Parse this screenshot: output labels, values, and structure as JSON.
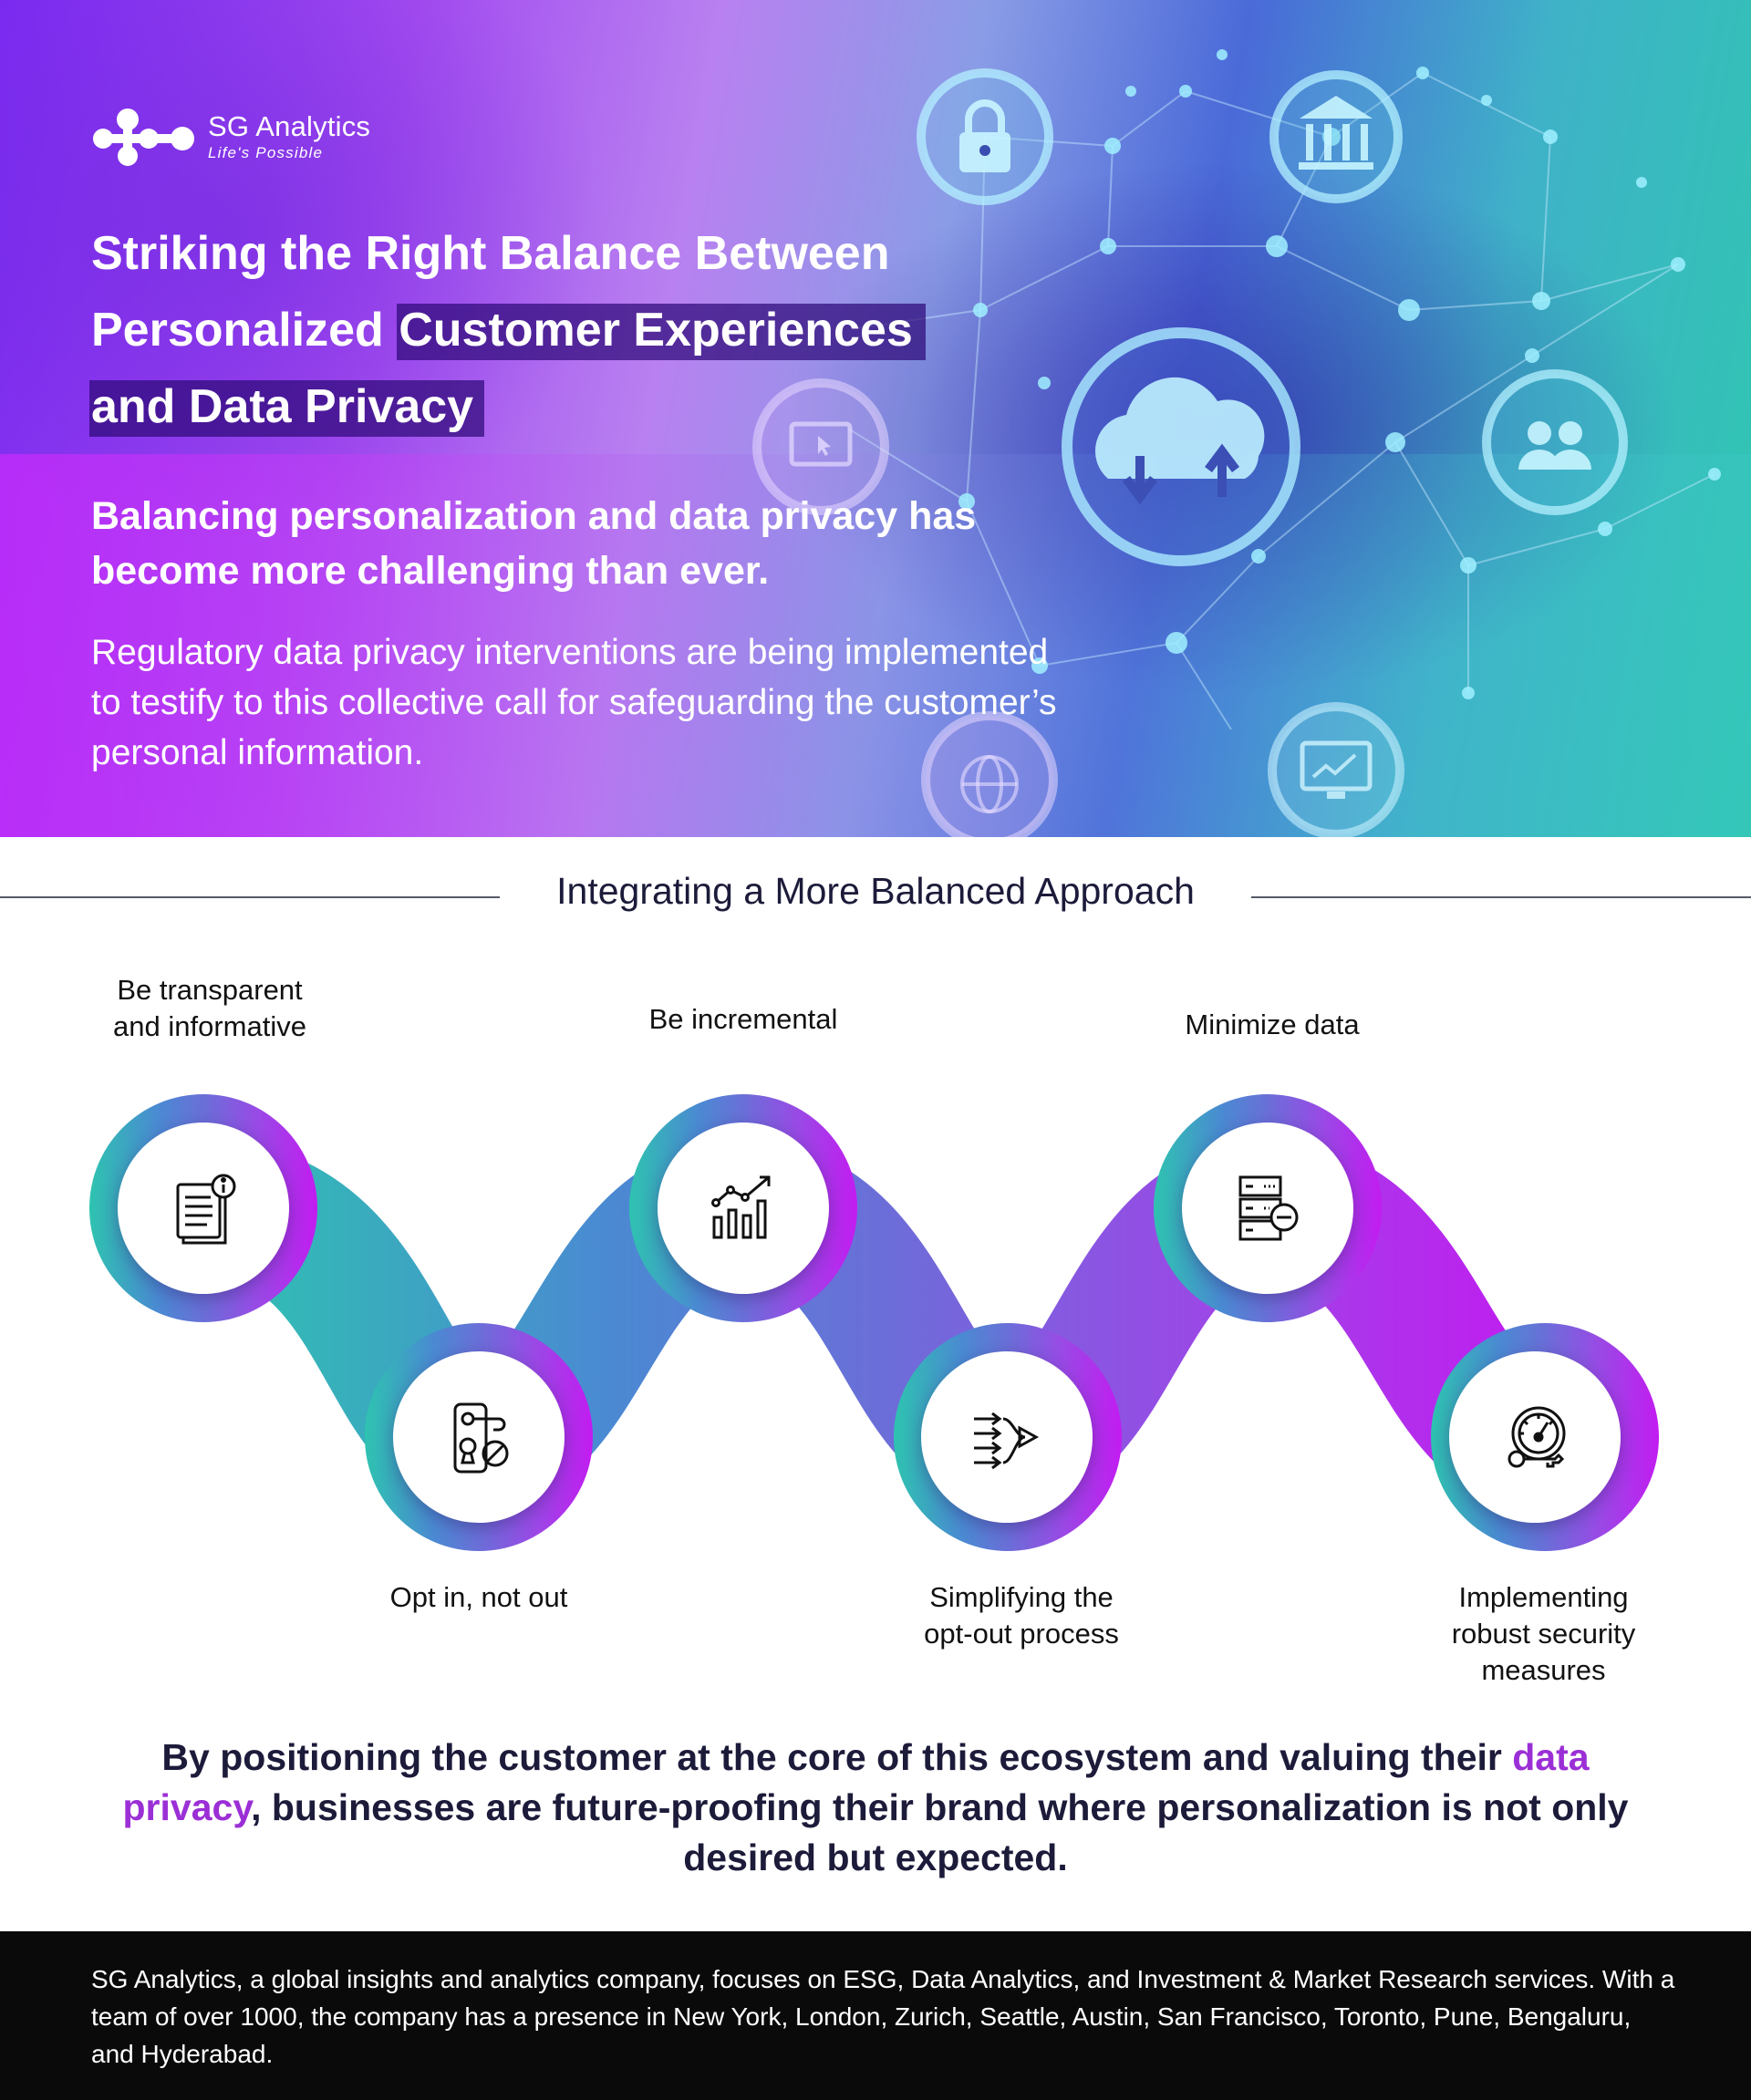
{
  "brand": {
    "name": "SG Analytics",
    "tagline": "Life's Possible"
  },
  "hero": {
    "title_line1": "Striking the Right Balance Between",
    "title_line2_plain": "Personalized ",
    "title_line2_highlight": "Customer Experiences",
    "title_line3": "and Data Privacy",
    "lead": "Balancing personalization and data privacy has become more challenging than ever.",
    "body": "Regulatory data privacy interventions are being implemented to testify to this collective call for safeguarding the customer’s personal information.",
    "icons": [
      "lock-icon",
      "bank-icon",
      "cloud-transfer-icon",
      "people-icon",
      "monitor-cursor-icon",
      "globe-icon",
      "analytics-monitor-icon"
    ]
  },
  "section": {
    "heading": "Integrating a More Balanced Approach",
    "steps": [
      {
        "label_1": "Be transparent",
        "label_2": "and informative",
        "icon": "document-info-icon"
      },
      {
        "label_1": "Opt in, not out",
        "icon": "door-lock-blocked-icon"
      },
      {
        "label_1": "Be incremental",
        "icon": "growth-chart-icon"
      },
      {
        "label_1": "Simplifying the",
        "label_2": "opt-out process",
        "icon": "merge-arrows-icon"
      },
      {
        "label_1": "Minimize data",
        "icon": "server-minus-icon"
      },
      {
        "label_1": "Implementing",
        "label_2": "robust security",
        "label_3": "measures",
        "icon": "security-gauge-key-icon"
      }
    ]
  },
  "closing": {
    "part1": "By positioning the customer at the core of this ecosystem and valuing their ",
    "accent": "data privacy",
    "part2": ", businesses are future-proofing their brand where personalization is not only desired but expected."
  },
  "footer": {
    "text": "SG Analytics, a global insights and analytics company, focuses on ESG, Data Analytics, and Investment & Market Research services. With a team of over 1000, the company has a presence in New York, London, Zurich, Seattle, Austin, San Francisco, Toronto, Pune, Bengaluru, and Hyderabad."
  },
  "colors": {
    "accent": "#9b2fd6",
    "teal": "#2fc7b0",
    "blue": "#5f70d8",
    "magenta": "#c21cf0",
    "text": "#1c1b3a",
    "footer_bg": "#0a0a0a"
  }
}
